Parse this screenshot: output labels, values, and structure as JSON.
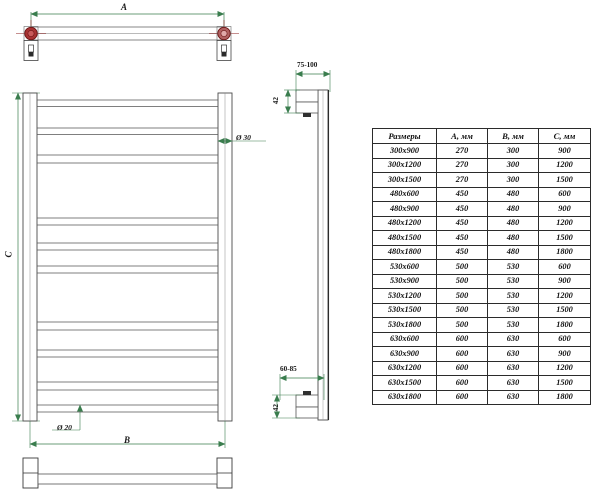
{
  "drawing": {
    "title": "Towel rail radiator dimensioned technical drawing",
    "colors": {
      "line": "#4a4a4a",
      "line_dark": "#2b2b2b",
      "dimension": "#3a7d4e",
      "bracket_accent": "#8e2020",
      "table_border": "#2b2b2b",
      "text": "#111111",
      "background": "#ffffff"
    },
    "views": {
      "top_view": {
        "name": "top-view",
        "dimension_label": "A"
      },
      "front_view": {
        "name": "front-view",
        "width_label": "B",
        "height_label": "C",
        "rail_diameter_label": "Ø 30",
        "rung_diameter_label": "Ø 20",
        "rung_count": 11
      },
      "side_view": {
        "name": "side-view",
        "top_offset_label": "75-100",
        "bottom_offset_label": "60-85",
        "top_bracket_label": "42",
        "bottom_bracket_label": "42"
      },
      "bottom_view": {
        "name": "bottom-view"
      }
    }
  },
  "table": {
    "name": "dimensions-table",
    "headers": [
      "Размеры",
      "A, мм",
      "B, мм",
      "C, мм"
    ],
    "rows": [
      [
        "300x900",
        "270",
        "300",
        "900"
      ],
      [
        "300x1200",
        "270",
        "300",
        "1200"
      ],
      [
        "300x1500",
        "270",
        "300",
        "1500"
      ],
      [
        "480x600",
        "450",
        "480",
        "600"
      ],
      [
        "480x900",
        "450",
        "480",
        "900"
      ],
      [
        "480x1200",
        "450",
        "480",
        "1200"
      ],
      [
        "480x1500",
        "450",
        "480",
        "1500"
      ],
      [
        "480x1800",
        "450",
        "480",
        "1800"
      ],
      [
        "530x600",
        "500",
        "530",
        "600"
      ],
      [
        "530x900",
        "500",
        "530",
        "900"
      ],
      [
        "530x1200",
        "500",
        "530",
        "1200"
      ],
      [
        "530x1500",
        "500",
        "530",
        "1500"
      ],
      [
        "530x1800",
        "500",
        "530",
        "1800"
      ],
      [
        "630x600",
        "600",
        "630",
        "600"
      ],
      [
        "630x900",
        "600",
        "630",
        "900"
      ],
      [
        "630x1200",
        "600",
        "630",
        "1200"
      ],
      [
        "630x1500",
        "600",
        "630",
        "1500"
      ],
      [
        "630x1800",
        "600",
        "630",
        "1800"
      ]
    ]
  }
}
